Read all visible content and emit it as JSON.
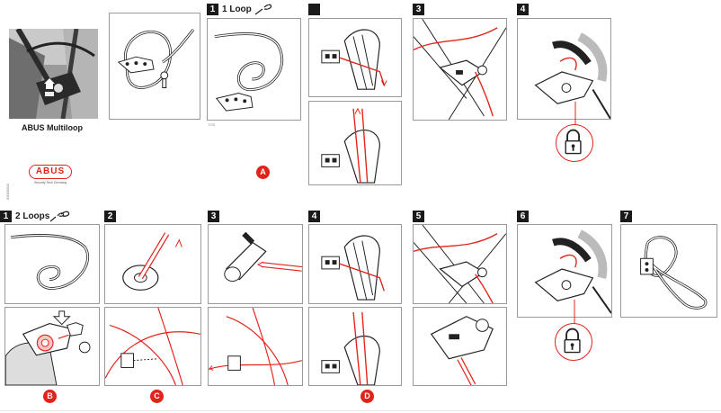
{
  "product": {
    "title": "ABUS Multiloop",
    "brand": "ABUS",
    "tagline": "Security Tech Germany",
    "code": "00000000"
  },
  "top_row": {
    "header_number": "1",
    "header_label": "1 Loop",
    "small_note": "TGS",
    "step_numbers": [
      "3",
      "4"
    ],
    "marker": "A"
  },
  "bottom_row": {
    "header_number": "1",
    "header_label": "2 Loops",
    "step_numbers": [
      "2",
      "3",
      "4",
      "5",
      "6",
      "7"
    ],
    "markers": [
      "B",
      "C",
      "D"
    ]
  },
  "colors": {
    "accent": "#e2231a",
    "ink": "#1a1a1a",
    "frame": "#9a9a9a"
  },
  "icons": [
    "cable-loop-icon",
    "padlock-icon",
    "bike-photo"
  ]
}
